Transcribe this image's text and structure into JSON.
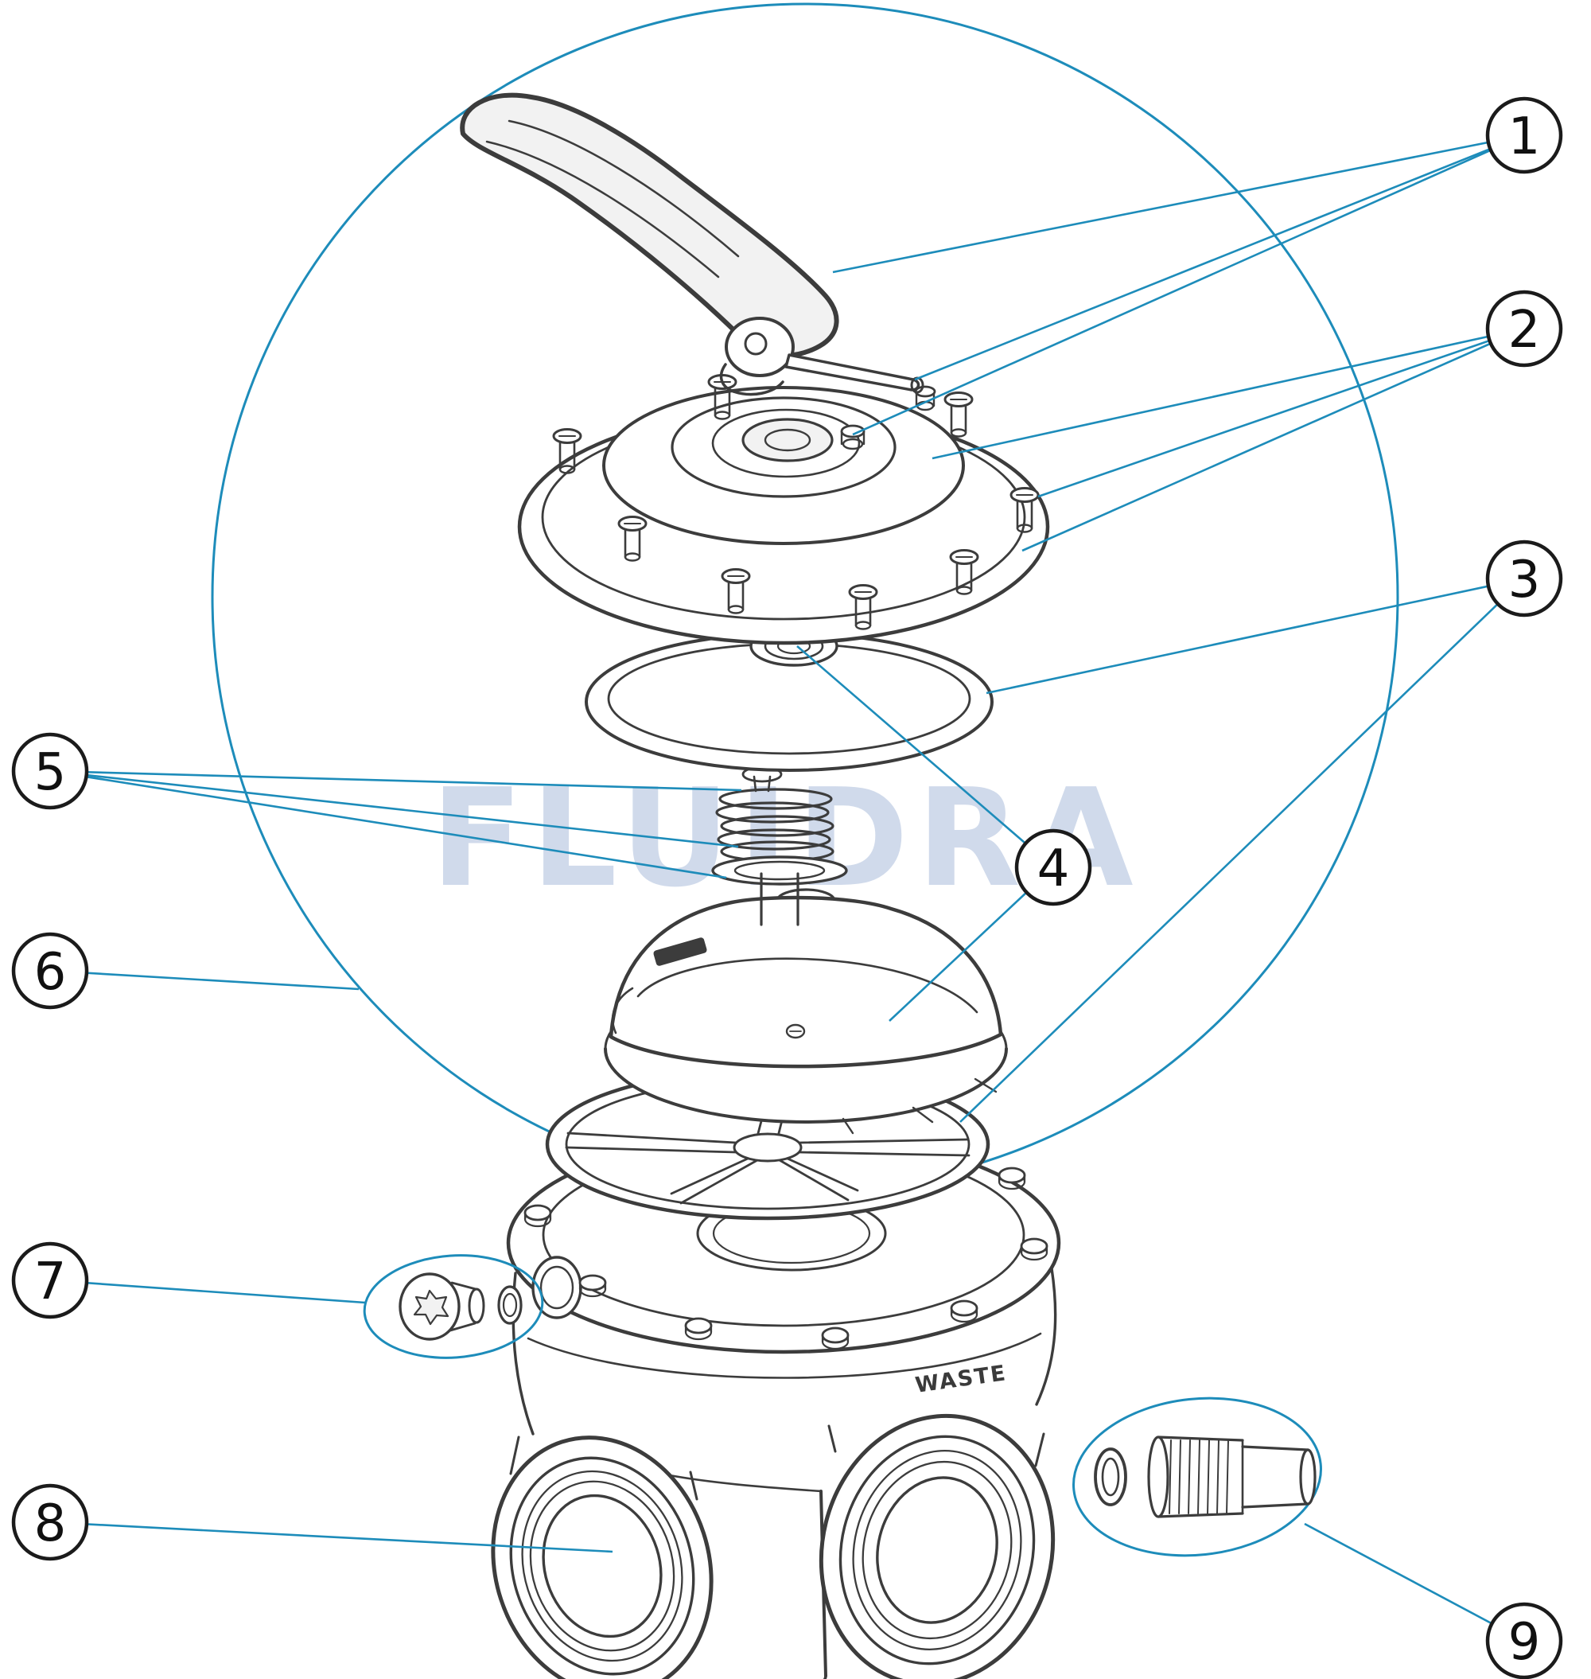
{
  "diagram": {
    "watermark": "FLUIDRA",
    "port_label": "WASTE",
    "callouts": [
      "1",
      "2",
      "3",
      "4",
      "5",
      "6",
      "7",
      "8",
      "9"
    ],
    "colors": {
      "accent": "#1d8cba",
      "line": "#3c3c3c",
      "callout_stroke": "#1b1b1b",
      "watermark": "#ccd7e9",
      "background": "#ffffff"
    }
  }
}
